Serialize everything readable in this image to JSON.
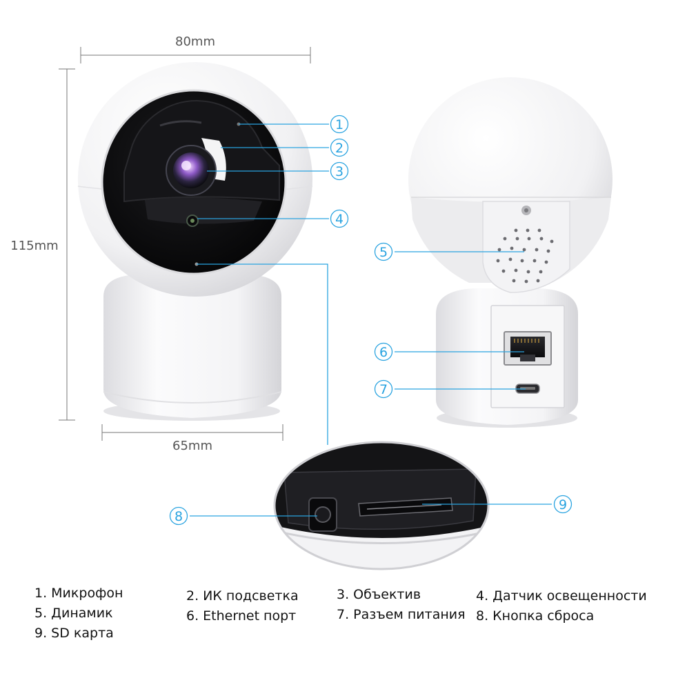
{
  "dimensions": {
    "width_top": "80mm",
    "height": "115mm",
    "width_base": "65mm"
  },
  "callouts": [
    "1",
    "2",
    "3",
    "4",
    "5",
    "6",
    "7",
    "8",
    "9"
  ],
  "legend": [
    "1. Микрофон",
    "2. ИК подсветка",
    "3. Объектив",
    "4. Датчик освещенности",
    "5. Динамик",
    "6. Ethernet порт",
    "7. Разъем питания",
    "8. Кнопка сброса",
    "9. SD карта"
  ],
  "colors": {
    "accent": "#29a3e0",
    "dimension": "#555555",
    "legend_text": "#111111"
  }
}
